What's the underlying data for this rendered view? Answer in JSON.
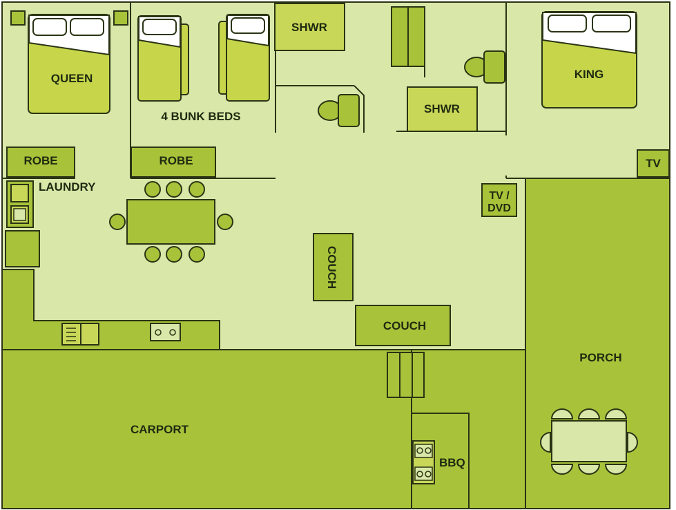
{
  "labels": {
    "queen": "QUEEN",
    "bunk_beds": "4 BUNK BEDS",
    "shower_left": "SHWR",
    "shower_right": "SHWR",
    "king": "KING",
    "robe_left": "ROBE",
    "robe_middle": "ROBE",
    "laundry": "LAUNDRY",
    "tv": "TV",
    "tv_dvd_line1": "TV /",
    "tv_dvd_line2": "DVD",
    "couch_vertical": "COUCH",
    "couch_horizontal": "COUCH",
    "porch": "PORCH",
    "carport": "CARPORT",
    "bbq": "BBQ"
  },
  "colors": {
    "interior_floor": "#d9e7a9",
    "outdoor_area": "#a8c23a",
    "furniture_fill": "#a8c23a",
    "bed_fill": "#c6d54a",
    "light_furniture": "#c9d758",
    "pillow_fill": "#ffffff",
    "wall_line": "#2a3414"
  }
}
